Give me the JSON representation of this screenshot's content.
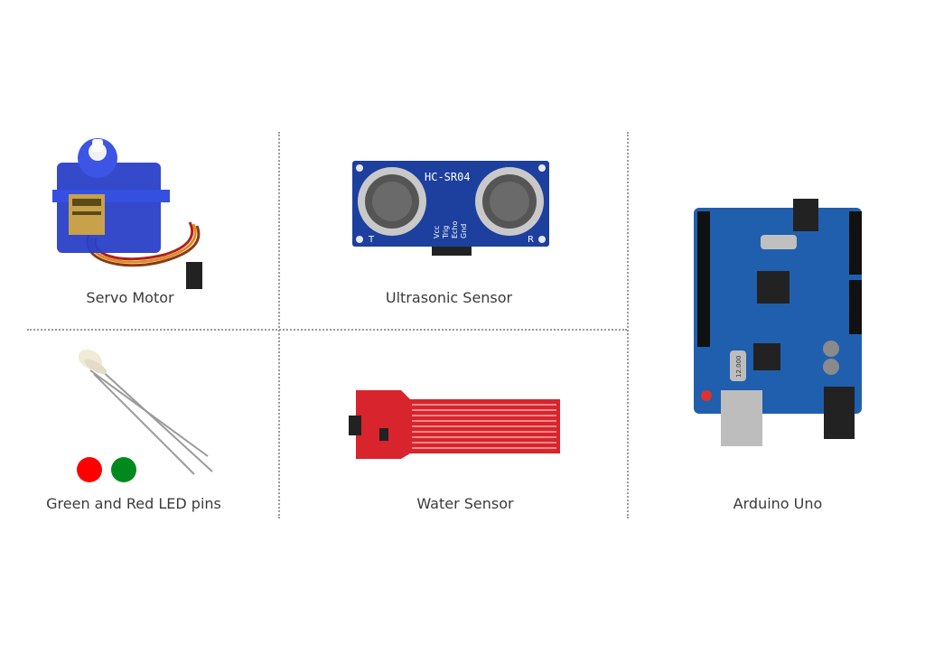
{
  "labels": {
    "servo": "Servo Motor",
    "ultrasonic": "Ultrasonic Sensor",
    "led": "Green and Red LED pins",
    "water": "Water Sensor",
    "arduino": "Arduino Uno"
  },
  "chips": {
    "ultrasonic_model": "HC-SR04",
    "ultrasonic_pins": [
      "Vcc",
      "Trig",
      "Echo",
      "Gnd"
    ],
    "ultrasonic_t": "T",
    "ultrasonic_r": "R",
    "crystal": "12.000"
  },
  "colors": {
    "divider": "#9a9a9a",
    "led_red": "#ff0000",
    "led_green": "#008a1e",
    "servo_body": "#2a3fc8",
    "sonar_board": "#1d3f9e",
    "water_board": "#d8242c",
    "arduino_board": "#1f5fae"
  }
}
